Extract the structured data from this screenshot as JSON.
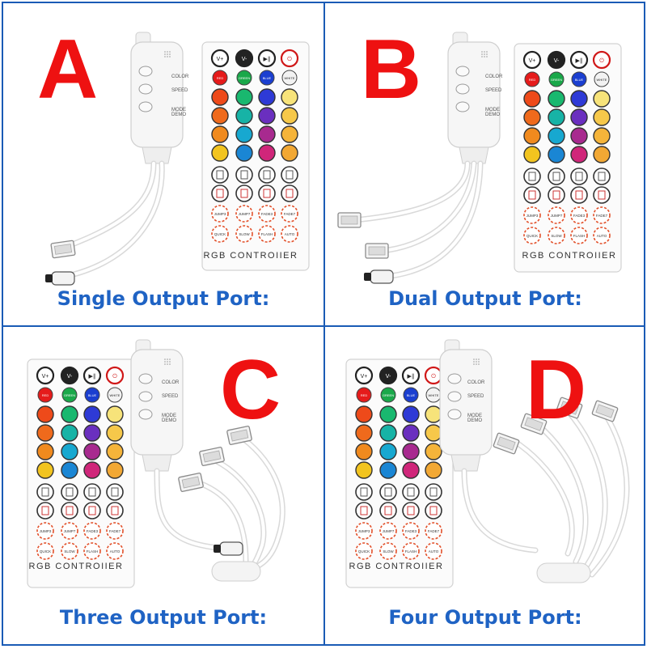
{
  "panels": [
    {
      "letter": "A",
      "caption": "Single Output Port:",
      "outputs": 1
    },
    {
      "letter": "B",
      "caption": "Dual Output Port:",
      "outputs": 2
    },
    {
      "letter": "C",
      "caption": "Three Output Port:",
      "outputs": 3
    },
    {
      "letter": "D",
      "caption": "Four Output Port:",
      "outputs": 4
    }
  ],
  "remote": {
    "label": "RGB CONTROIIER",
    "top_buttons": [
      "V+",
      "V-",
      "▶∥",
      "⏻"
    ],
    "color_labels": [
      "RED",
      "GREEN",
      "BLUE",
      "WHITE"
    ],
    "mode_labels_1": [
      "JUMP3",
      "JUMP7",
      "FADE3",
      "FADE7"
    ],
    "mode_labels_2": [
      "QUICK",
      "SLOW",
      "FLASH",
      "AUTO"
    ],
    "colors": {
      "row1": [
        "#e51b1b",
        "#1aa84a",
        "#1b3fd0",
        "#f2f2f2"
      ],
      "row2": [
        "#ee4a1a",
        "#19b86f",
        "#2e3ad6",
        "#f7e37a"
      ],
      "row3": [
        "#ef6a1c",
        "#17b3a6",
        "#6a2fbf",
        "#f6c84a"
      ],
      "row4": [
        "#f08a1e",
        "#17a8d0",
        "#a82a8f",
        "#f5b43a"
      ],
      "row5": [
        "#f2c41f",
        "#1a86d4",
        "#d0267a",
        "#f2a834"
      ]
    }
  },
  "controller": {
    "labels": [
      "COLOR",
      "SPEED",
      "MODE DEMO"
    ]
  },
  "colors": {
    "letter": "#ee1111",
    "caption": "#1f63c4",
    "border": "#1a5bb5"
  }
}
